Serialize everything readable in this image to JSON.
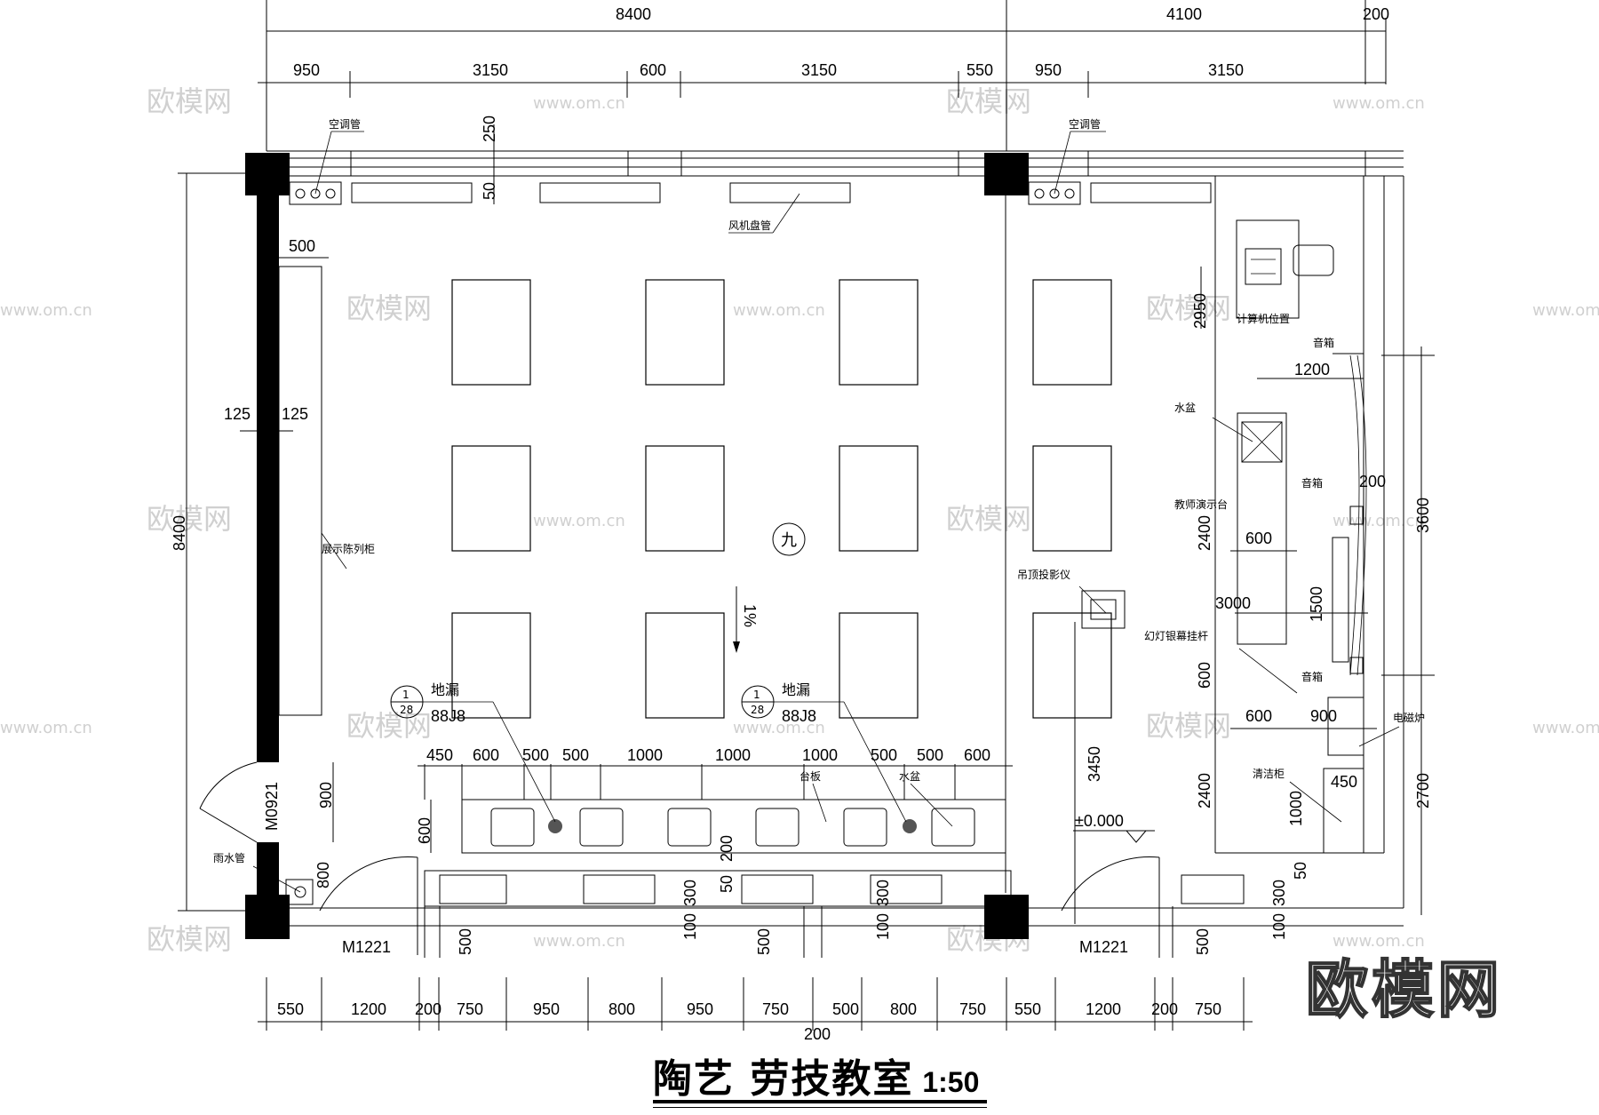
{
  "title": "陶艺 劳技教室",
  "scale": "1:50",
  "brand": "欧模网",
  "watermark_cn": "欧模网",
  "watermark_url": "www.om.cn",
  "room_mark": "九",
  "slope": "1%",
  "elevation": "±0.000",
  "dims": {
    "top_total_1": "8400",
    "top_total_2": "4100",
    "top_total_3": "200",
    "top_seg": [
      "950",
      "3150",
      "600",
      "3150",
      "550",
      "950",
      "3150"
    ],
    "d250": "250",
    "d50": "50",
    "d500": "500",
    "d125a": "125",
    "d125b": "125",
    "left_8400": "8400",
    "d2950": "2950",
    "d1200": "1200",
    "d200r": "200",
    "d3600": "3600",
    "d2400a": "2400",
    "d600a": "600",
    "d3000": "3000",
    "d1500": "1500",
    "d600b": "600",
    "d600c": "600",
    "d900": "900",
    "d3450": "3450",
    "d2400b": "2400",
    "d1000r": "1000",
    "d450r": "450",
    "d2700": "2700",
    "d50r": "50",
    "d300r": "300",
    "d100r": "100",
    "d500r": "500",
    "sink_row": [
      "450",
      "600",
      "500",
      "500",
      "1000",
      "1000",
      "1000",
      "500",
      "500",
      "600"
    ],
    "d600sink": "600",
    "d900door": "900",
    "d800": "800",
    "d200m": "200",
    "d50m": "50",
    "d300a": "300",
    "d100a": "100",
    "d300b": "300",
    "d100b": "100",
    "d500a": "500",
    "d500b": "500",
    "bottom_seg": [
      "550",
      "1200",
      "200",
      "750",
      "950",
      "800",
      "950",
      "750",
      "500",
      "800",
      "750",
      "550",
      "1200",
      "200",
      "750"
    ],
    "d200bottom": "200"
  },
  "labels": {
    "ac_pipe_1": "空调管",
    "ac_pipe_2": "空调管",
    "fan_coil": "风机盘管",
    "display_cabinet": "展示陈列柜",
    "computer": "计算机位置",
    "speaker_1": "音箱",
    "speaker_2": "音箱",
    "speaker_3": "音箱",
    "basin": "水盆",
    "teacher_table": "教师演示台",
    "projector": "吊顶投影仪",
    "screen_rod": "幻灯银幕挂杆",
    "induction": "电磁炉",
    "cleaning": "清洁柜",
    "drain_1": "地漏",
    "drain_2": "地漏",
    "drain_ref_1": "88J8",
    "drain_ref_2": "88J8",
    "detail_num_1": "1",
    "detail_sheet_1": "28",
    "detail_num_2": "1",
    "detail_sheet_2": "28",
    "counter": "台板",
    "sink_lbl": "水盆",
    "rain_pipe": "雨水管",
    "door_1": "M0921",
    "door_2": "M1221",
    "door_3": "M1221"
  }
}
